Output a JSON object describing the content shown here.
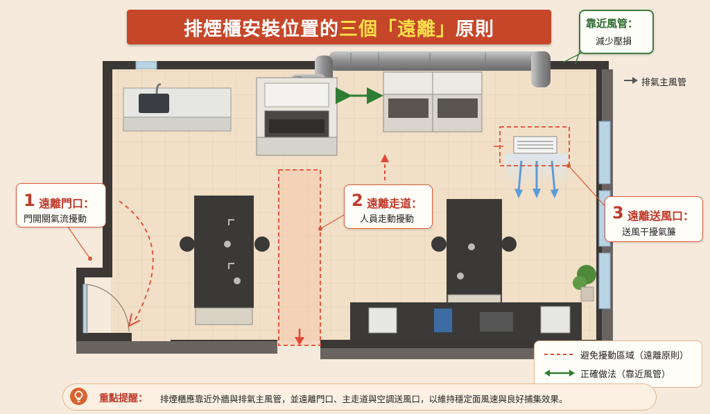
{
  "title": {
    "prefix": "排煙櫃安裝位置的",
    "highlight": "三個「遠離」",
    "suffix": "原則"
  },
  "duct_callout": {
    "title": "靠近風管：",
    "subtitle": "減少壓損"
  },
  "main_duct_label": "排氣主風管",
  "callout_door": {
    "number": "1",
    "title": "遠離門口：",
    "subtitle": "門開關氣流擾動"
  },
  "callout_aisle": {
    "number": "2",
    "title": "遠離走道：",
    "subtitle": "人員走動擾動"
  },
  "callout_vent": {
    "number": "3",
    "title": "遠離送風口：",
    "subtitle": "送風干擾氣簾"
  },
  "legend": {
    "avoid": "避免擾動區域（遠離原則）",
    "correct": "正確做法（靠近風管）"
  },
  "note": {
    "label": "重點提醒：",
    "text": "排煙櫃應靠近外牆與排氣主風管，並遠離門口、主走道與空調送風口，以維持穩定面風速與良好捕集效果。"
  },
  "colors": {
    "accent_red": "#c6462a",
    "highlight_yellow": "#fde049",
    "correct_green": "#2e7d32",
    "avoid_red": "#e24a33"
  }
}
